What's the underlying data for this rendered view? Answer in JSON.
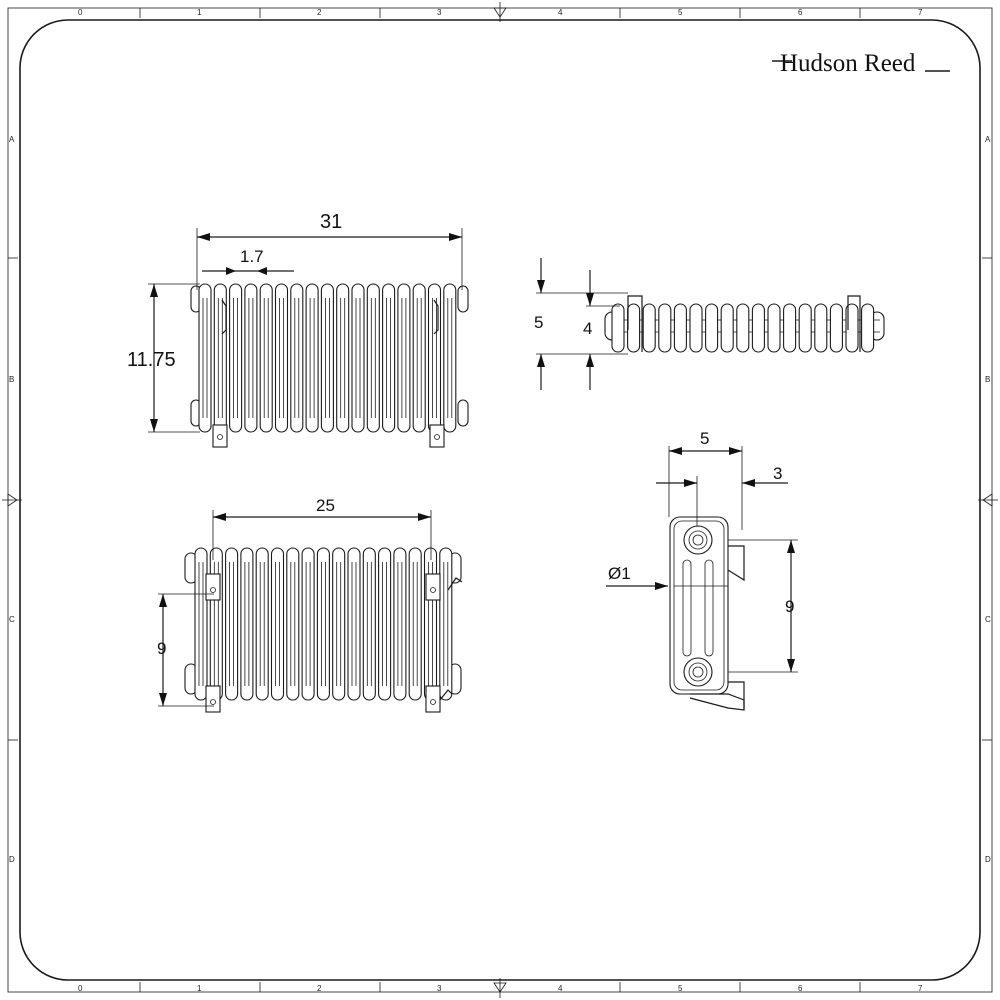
{
  "brand": {
    "name": "Hudson Reed"
  },
  "frame": {
    "top_numbers": [
      "0",
      "1",
      "2",
      "3",
      "4",
      "5",
      "6",
      "7"
    ],
    "bottom_numbers": [
      "0",
      "1",
      "2",
      "3",
      "4",
      "5",
      "6",
      "7"
    ],
    "left_letters": [
      "A",
      "B",
      "C",
      "D"
    ],
    "right_letters": [
      "A",
      "B",
      "C",
      "D"
    ]
  },
  "front_view": {
    "width_label": "31",
    "spacing_label": "1.7",
    "height_label": "11.75"
  },
  "top_view": {
    "outer_label": "5",
    "inner_label": "4"
  },
  "rear_view": {
    "width_label": "25",
    "height_label": "9"
  },
  "side_view": {
    "depth_label": "5",
    "offset_label": "3",
    "pipe_label": "Ø1",
    "height_label": "9"
  }
}
